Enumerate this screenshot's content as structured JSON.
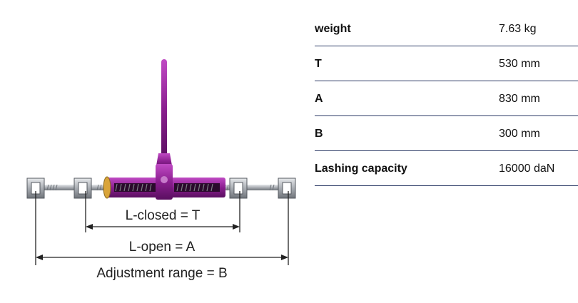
{
  "specs": [
    {
      "label": "weight",
      "value": "7.63 kg"
    },
    {
      "label": "T",
      "value": "530 mm"
    },
    {
      "label": "A",
      "value": "830 mm"
    },
    {
      "label": "B",
      "value": "300 mm"
    },
    {
      "label": "Lashing capacity",
      "value": "16000 daN"
    }
  ],
  "diagram": {
    "closed_label": "L-closed = T",
    "open_label": "L-open = A",
    "range_label": "Adjustment range = B"
  },
  "colors": {
    "tensioner": "#8a1f8f",
    "metal": "#b8bcc2",
    "rule": "#2c3a66"
  }
}
